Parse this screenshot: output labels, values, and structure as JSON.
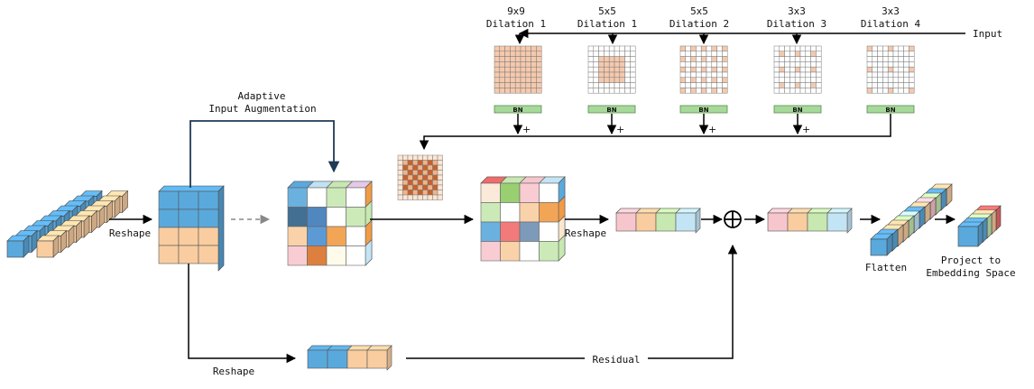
{
  "labels": {
    "input": "Input",
    "adaptive_line1": "Adaptive",
    "adaptive_line2": "Input Augmentation",
    "reshape_left": "Reshape",
    "reshape_mid": "Reshape",
    "reshape_bottom": "Reshape",
    "residual": "Residual",
    "flatten": "Flatten",
    "project_line1": "Project to",
    "project_line2": "Embedding Space",
    "bn": "BN",
    "plus": "+"
  },
  "branches": [
    {
      "kernel": "9x9",
      "dilation": "Dilation 1"
    },
    {
      "kernel": "5x5",
      "dilation": "Dilation 1"
    },
    {
      "kernel": "5x5",
      "dilation": "Dilation 2"
    },
    {
      "kernel": "3x3",
      "dilation": "Dilation 3"
    },
    {
      "kernel": "3x3",
      "dilation": "Dilation 4"
    }
  ],
  "colors": {
    "blue": "#5aa9dd",
    "peach": "#f9cda0",
    "pink": "#f7c6cd",
    "light_green": "#c7e8b0",
    "light_blue": "#c3e4f5",
    "orange": "#f29b44",
    "dark_orange": "#d9722a",
    "green": "#8fca62",
    "red": "#f26b6b",
    "navy": "#2f5f86",
    "bn_green": "#a6d99a",
    "kernel_bg": "#fbe0cc",
    "kernel_active": "#e8905a",
    "arrow_dark": "#1f3a56"
  },
  "icons": [
    "sum-circle-icon",
    "arrow-icon"
  ]
}
